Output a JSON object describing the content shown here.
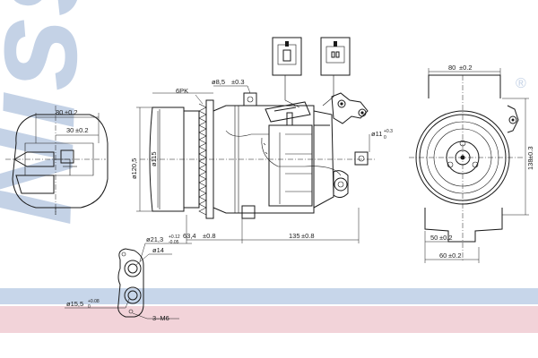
{
  "watermark": {
    "text": "Nissens",
    "registered": "®",
    "band_colors": {
      "blue": "#c7d6ea",
      "pink": "#f2d3d9"
    }
  },
  "labels": {
    "belt": "6PK",
    "hole_dia": "ø8,5",
    "hole_tol": "±0.3",
    "pulley_dia": "ø120,5",
    "pulley_inner": "ø115",
    "mount_dia": "ø11",
    "mount_tol_plus": "+0.3",
    "mount_tol_minus": "0",
    "len_63": "63,4",
    "len_63_tol": "±0.8",
    "len_135": "135",
    "len_135_tol": "±0.8",
    "side_width": "80",
    "side_width_tol": "±0.2",
    "side_height": "138",
    "side_height_tol": "±0.3",
    "side_50": "50",
    "side_50_tol": "±0.2",
    "side_60": "60",
    "side_60_tol": "±0.2",
    "left_80": "80",
    "left_80_tol": "±0.2",
    "left_30": "30",
    "left_30_tol": "±0.2",
    "port_21": "ø21,3",
    "port_21_tol_plus": "+0.12",
    "port_21_tol_minus": "-0.05",
    "port_14": "ø14",
    "port_15": "ø15,5",
    "port_15_tol_plus": "+0.08",
    "port_15_tol_minus": "0",
    "thread": "3–M6"
  }
}
